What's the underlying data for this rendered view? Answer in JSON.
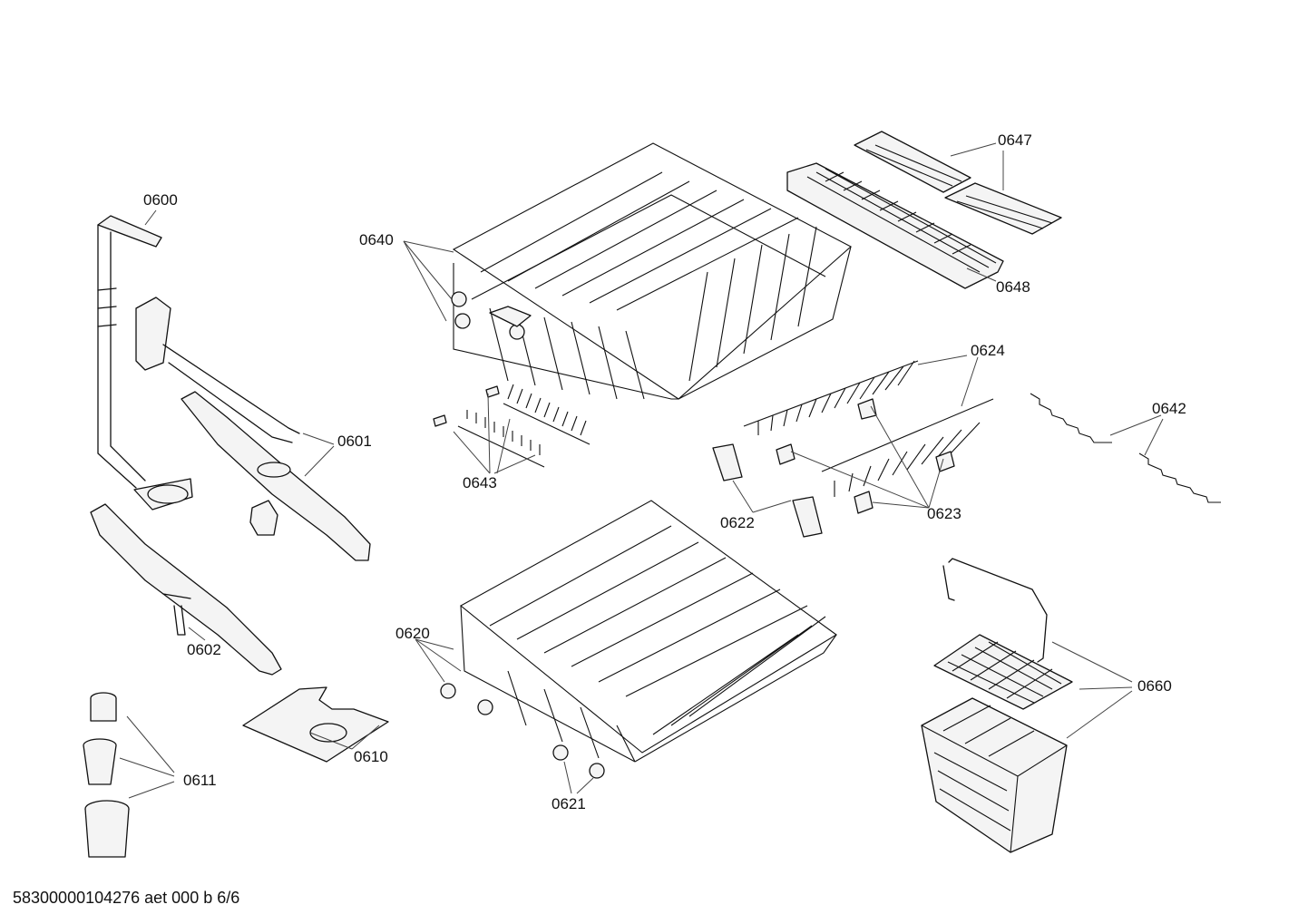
{
  "callouts": {
    "c0600": "0600",
    "c0601": "0601",
    "c0602": "0602",
    "c0610": "0610",
    "c0611": "0611",
    "c0620": "0620",
    "c0621": "0621",
    "c0622": "0622",
    "c0623": "0623",
    "c0624": "0624",
    "c0640": "0640",
    "c0642": "0642",
    "c0643": "0643",
    "c0647": "0647",
    "c0648": "0648",
    "c0660": "0660"
  },
  "footer": {
    "document_code": "58300000104276 aet 000 b 6/6"
  }
}
